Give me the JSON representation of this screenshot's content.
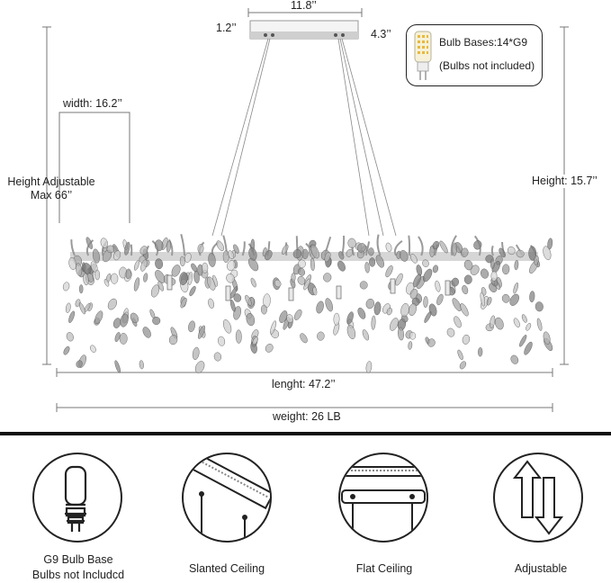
{
  "dimensions": {
    "canopy_width": "11.8’’",
    "canopy_height_left": "1.2’’",
    "canopy_height_right": "4.3’’",
    "width": "width: 16.2’’",
    "height_adjustable_line1": "Height Adjustable",
    "height_adjustable_line2": "Max 66’’",
    "height": "Height: 15.7’’",
    "length": "lenght: 47.2’’",
    "weight": "weight: 26 LB"
  },
  "bulb_info": {
    "line1": "Bulb Bases:14*G9",
    "line2": "(Bulbs not included)"
  },
  "features": [
    {
      "line1": "G9 Bulb Base",
      "line2": "Bulbs not Includcd",
      "icon": "g9-bulb-icon"
    },
    {
      "line1": "Slanted Ceiling",
      "line2": "",
      "icon": "slanted-ceiling-icon"
    },
    {
      "line1": "Flat Ceiling",
      "line2": "",
      "icon": "flat-ceiling-icon"
    },
    {
      "line1": "Adjustable",
      "line2": "",
      "icon": "adjustable-arrows-icon"
    }
  ],
  "colors": {
    "line": "#777777",
    "dark": "#222222",
    "chrome": "#c9c9c9"
  }
}
